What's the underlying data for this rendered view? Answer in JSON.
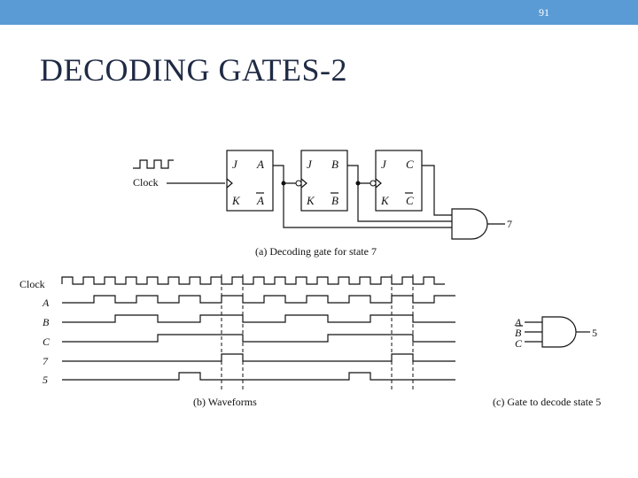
{
  "slide": {
    "number": "91",
    "title": "DECODING GATES-2"
  },
  "circuit": {
    "clock_label": "Clock",
    "flip_flops": [
      {
        "j": "J",
        "k": "K",
        "q": "A",
        "qbar": "A"
      },
      {
        "j": "J",
        "k": "K",
        "q": "B",
        "qbar": "B"
      },
      {
        "j": "J",
        "k": "K",
        "q": "C",
        "qbar": "C"
      }
    ],
    "gate_output": "7",
    "caption": "(a) Decoding gate for state 7"
  },
  "waveforms": {
    "caption": "(b) Waveforms",
    "signals": [
      "Clock",
      "A",
      "B",
      "C",
      "7",
      "5"
    ]
  },
  "gate5": {
    "inputs": [
      "A",
      "B",
      "C"
    ],
    "output": "5",
    "caption": "(c) Gate to decode state 5"
  },
  "colors": {
    "header_bar": "#5b9bd5",
    "title": "#1f2a44",
    "ink": "#111111"
  }
}
